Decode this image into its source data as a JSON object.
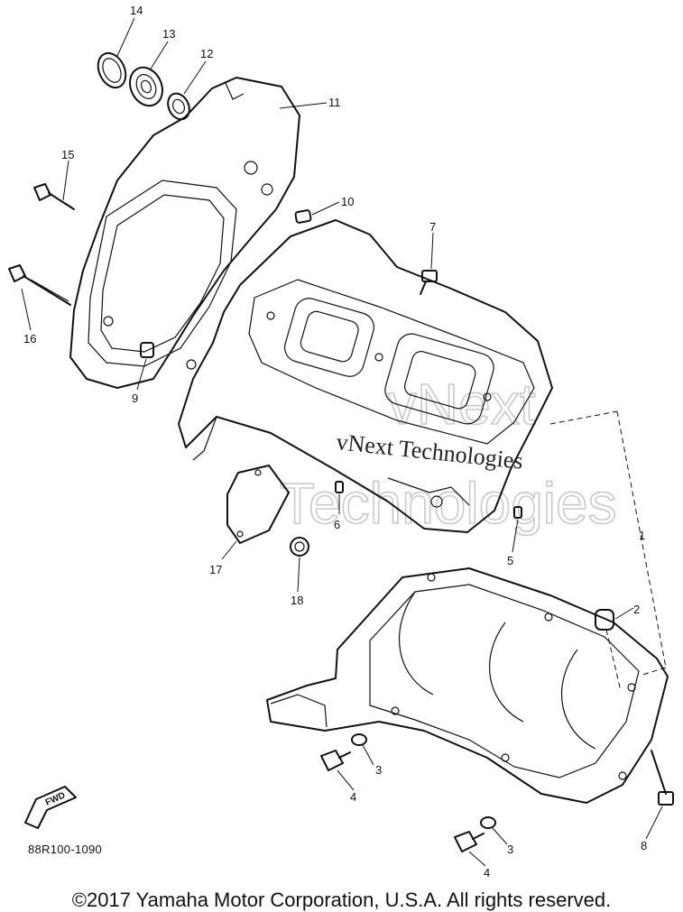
{
  "callouts": [
    "14",
    "13",
    "12",
    "11",
    "15",
    "10",
    "7",
    "16",
    "9",
    "6",
    "5",
    "1",
    "2",
    "17",
    "18",
    "3",
    "4",
    "3",
    "4",
    "8"
  ],
  "watermark": {
    "large_line1": "vNext",
    "large_line2": "Technologies",
    "small": "vNext Technologies"
  },
  "fwd_label": "FWD",
  "diagram_code": "88R100-1090",
  "copyright": "©2017 Yamaha Motor Corporation, U.S.A. All rights reserved."
}
